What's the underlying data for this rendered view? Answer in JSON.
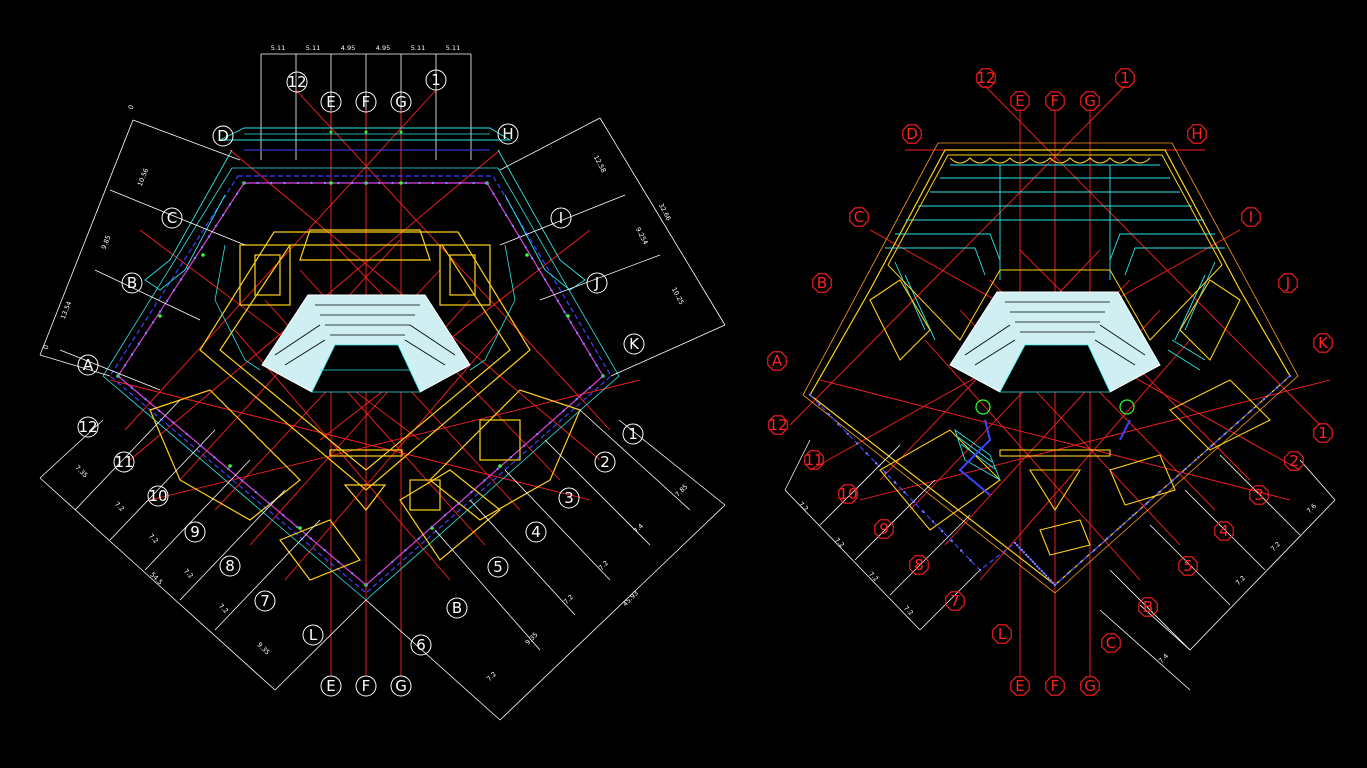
{
  "colors": {
    "background": "#000000",
    "grid_red": "#ff2020",
    "wall_yellow": "#ffd11a",
    "wall_cyan": "#2ee6e6",
    "outline_blue": "#4040ff",
    "magenta": "#e040e0",
    "white": "#ffffff",
    "green": "#30ff30",
    "orange": "#ff9a20"
  },
  "left_plan": {
    "top_dimensions": [
      "5.11",
      "5.11",
      "4.95",
      "4.95",
      "5.11",
      "5.11"
    ],
    "top_grid_labels": [
      "12",
      "E",
      "F",
      "G",
      "1"
    ],
    "bottom_grid_labels": [
      "E",
      "F",
      "G"
    ],
    "left_side_labels": [
      "D",
      "C",
      "B",
      "A"
    ],
    "right_side_labels": [
      "H",
      "I",
      "J",
      "K"
    ],
    "lower_left_labels": [
      "12",
      "11",
      "10",
      "9",
      "8",
      "7",
      "L"
    ],
    "lower_right_labels": [
      "1",
      "2",
      "3",
      "4",
      "5",
      "B",
      "6"
    ],
    "upper_left_dimensions": [
      "0",
      "10.56",
      "9.85",
      "13.54",
      "0"
    ],
    "upper_right_dimensions": [
      "12.58",
      "9.254",
      "10.25",
      "32.66"
    ],
    "lower_left_dimensions": [
      "7.35",
      "7.2",
      "7.2",
      "7.2",
      "7.2",
      "9.35",
      "54.5"
    ],
    "lower_right_dimensions": [
      "7.85",
      "7.4",
      "7.2",
      "7.2",
      "9.35",
      "7.2",
      "45.93"
    ]
  },
  "right_plan": {
    "top_grid_labels": [
      "12",
      "E",
      "F",
      "G",
      "1"
    ],
    "bottom_grid_labels": [
      "E",
      "F",
      "G"
    ],
    "left_side_labels": [
      "D",
      "C",
      "B",
      "A"
    ],
    "right_side_labels": [
      "H",
      "I",
      "J",
      "K"
    ],
    "lower_left_labels": [
      "12",
      "11",
      "10",
      "9",
      "8",
      "7",
      "L"
    ],
    "lower_right_labels": [
      "1",
      "2",
      "3",
      "4",
      "5",
      "B",
      "C"
    ],
    "lower_left_dimensions": [
      "7.2",
      "7.2",
      "7.2",
      "7.2"
    ],
    "lower_right_dimensions": [
      "7.6",
      "7.2",
      "7.2",
      "7.4"
    ]
  }
}
